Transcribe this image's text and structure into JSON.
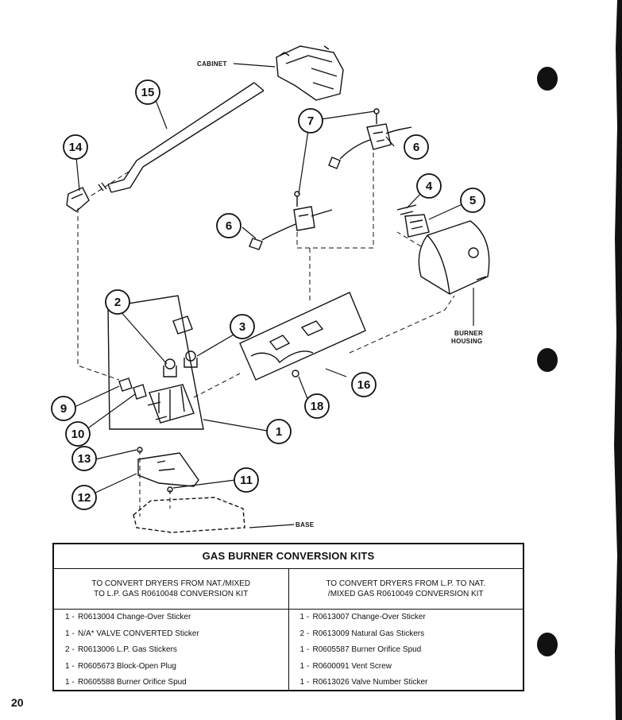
{
  "diagram": {
    "callouts": [
      "1",
      "2",
      "3",
      "4",
      "5",
      "6",
      "6",
      "7",
      "9",
      "10",
      "11",
      "12",
      "13",
      "14",
      "15",
      "16",
      "18"
    ],
    "part_labels": {
      "cabinet": "CABINET",
      "burner_housing_line1": "BURNER",
      "burner_housing_line2": "HOUSING",
      "base": "BASE"
    }
  },
  "table": {
    "title": "GAS BURNER CONVERSION KITS",
    "left": {
      "header_line1": "TO CONVERT DRYERS FROM  NAT./MIXED",
      "header_line2": "TO L.P. GAS R0610048 CONVERSION KIT",
      "items": [
        {
          "qty": "1 -",
          "desc": "R0613004  Change-Over Sticker"
        },
        {
          "qty": "1 -",
          "desc": "N/A* VALVE CONVERTED Sticker"
        },
        {
          "qty": "2 -",
          "desc": "R0613006  L.P. Gas Stickers"
        },
        {
          "qty": "1 -",
          "desc": "R0605673  Block-Open Plug"
        },
        {
          "qty": "1 -",
          "desc": "R0605588 Burner Orifice Spud"
        }
      ]
    },
    "right": {
      "header_line1": "TO CONVERT DRYERS FROM L.P. TO NAT.",
      "header_line2": "/MIXED GAS R0610049 CONVERSION KIT",
      "items": [
        {
          "qty": "1 -",
          "desc": "R0613007 Change-Over Sticker"
        },
        {
          "qty": "2 -",
          "desc": "R0613009 Natural Gas Stickers"
        },
        {
          "qty": "1 -",
          "desc": "R0605587 Burner Orifice Spud"
        },
        {
          "qty": "1 -",
          "desc": "R0600091 Vent Screw"
        },
        {
          "qty": "1 -",
          "desc": "R0613026 Valve Number Sticker"
        }
      ]
    }
  },
  "page_number": "20",
  "colors": {
    "ink": "#111111",
    "paper": "#ffffff"
  }
}
